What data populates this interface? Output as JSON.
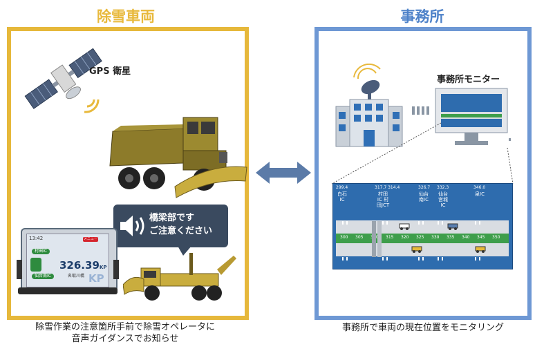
{
  "left": {
    "title": "除雪車両",
    "gps_label": "GPS 衛星",
    "bubble_line1": "橋梁部です",
    "bubble_line2": "ご注意ください",
    "nav": {
      "time": "13:42",
      "red_button": "メニュー",
      "pill1": "村田IC",
      "kp_value": "326.39",
      "kp_unit": "KP",
      "big_kp": "KP",
      "pill2": "仙台南IC",
      "bottom_label": "名取川橋"
    },
    "caption_line1": "除雪作業の注意箇所手前で除雪オペレータに",
    "caption_line2": "音声ガイダンスでお知らせ"
  },
  "right": {
    "title": "事務所",
    "monitor_label": "事務所モニター",
    "map": {
      "interchanges": [
        {
          "num": "299.4",
          "name": "白石IC"
        },
        {
          "num": "317.7 314.4",
          "name": "村田IC 村田JCT"
        },
        {
          "num": "326.7",
          "name": "仙台南IC"
        },
        {
          "num": "332.3",
          "name": "仙台宮城IC"
        },
        {
          "num": "346.0",
          "name": "泉IC"
        }
      ],
      "kp_ticks": [
        "300",
        "305",
        "310",
        "315",
        "320",
        "325",
        "330",
        "335",
        "340",
        "345",
        "350"
      ]
    },
    "caption": "事務所で車両の現在位置をモニタリング"
  },
  "colors": {
    "left_frame": "#e6b83b",
    "right_frame": "#6e98d4",
    "bubble": "#3a4a5f",
    "map_bg": "#2e6cae",
    "green": "#3e9e4b"
  }
}
